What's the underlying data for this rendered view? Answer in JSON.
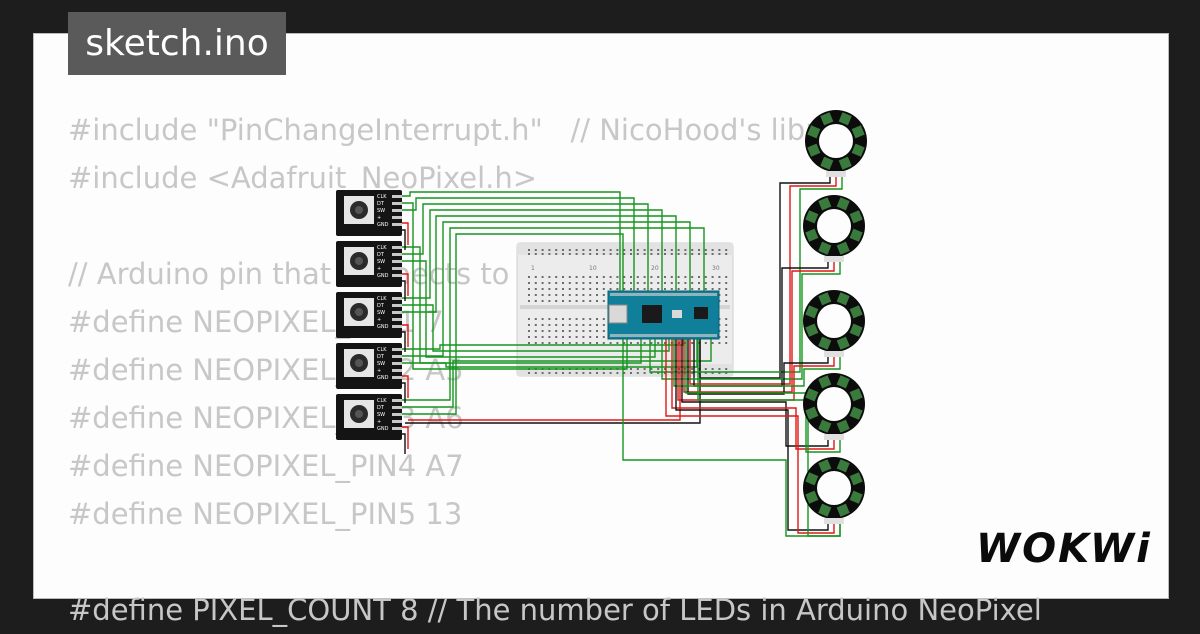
{
  "tab": {
    "filename": "sketch.ino"
  },
  "code": {
    "lines": [
      "#include \"PinChangeInterrupt.h\"   // NicoHood's library",
      "#include <Adafruit_NeoPixel.h>",
      "",
      "// Arduino pin that connects to",
      "#define NEOPIXEL_PIN1 7",
      "#define NEOPIXEL_PIN2 A5",
      "#define NEOPIXEL_PIN3 A6",
      "#define NEOPIXEL_PIN4 A7",
      "#define NEOPIXEL_PIN5 13",
      "",
      "#define PIXEL_COUNT 8 // The number of LEDs in Arduino NeoPixel"
    ]
  },
  "encoder": {
    "pins": [
      "CLK",
      "DT",
      "SW",
      "+",
      "GND"
    ],
    "count": 5
  },
  "breadboard": {
    "column_labels": [
      "1",
      "10",
      "20",
      "30"
    ]
  },
  "neopixel_ring": {
    "count": 5,
    "led_count": 8
  },
  "brand": {
    "name": "WOKWi"
  },
  "colors": {
    "background": "#1d1d1d",
    "tab_bg": "#5a5a5a",
    "code_text": "#c7c7c7",
    "wire_green": "#16941e",
    "wire_red": "#e01818",
    "wire_black": "#111111",
    "arduino": "#0f7f9a",
    "ring_led": "#3a7a3c"
  }
}
